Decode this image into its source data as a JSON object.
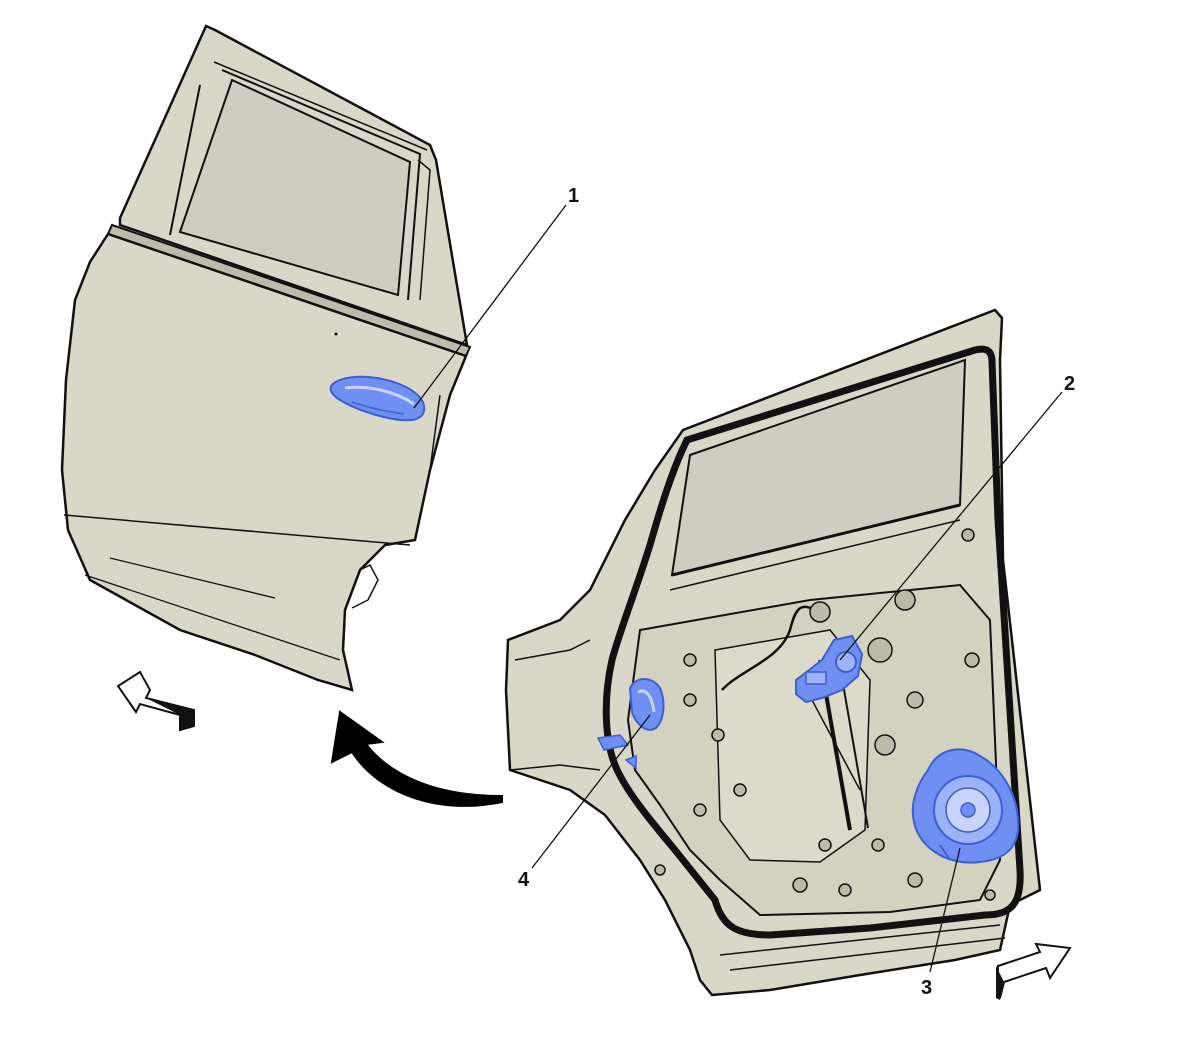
{
  "colors": {
    "panel": "#d9d7c7",
    "glass": "#cfcdbf",
    "outline": "#111111",
    "highlight": "#6f8ff2",
    "highlight_light": "#9db3f7",
    "background": "#ffffff"
  },
  "callouts": [
    {
      "id": "callout-1",
      "label": "1"
    },
    {
      "id": "callout-2",
      "label": "2"
    },
    {
      "id": "callout-3",
      "label": "3"
    },
    {
      "id": "callout-4",
      "label": "4"
    }
  ],
  "icons": {
    "front_arrow_left": "arrow-outline-left-icon",
    "front_arrow_right": "arrow-outline-right-icon",
    "transition_arrow": "curved-arrow-icon"
  }
}
